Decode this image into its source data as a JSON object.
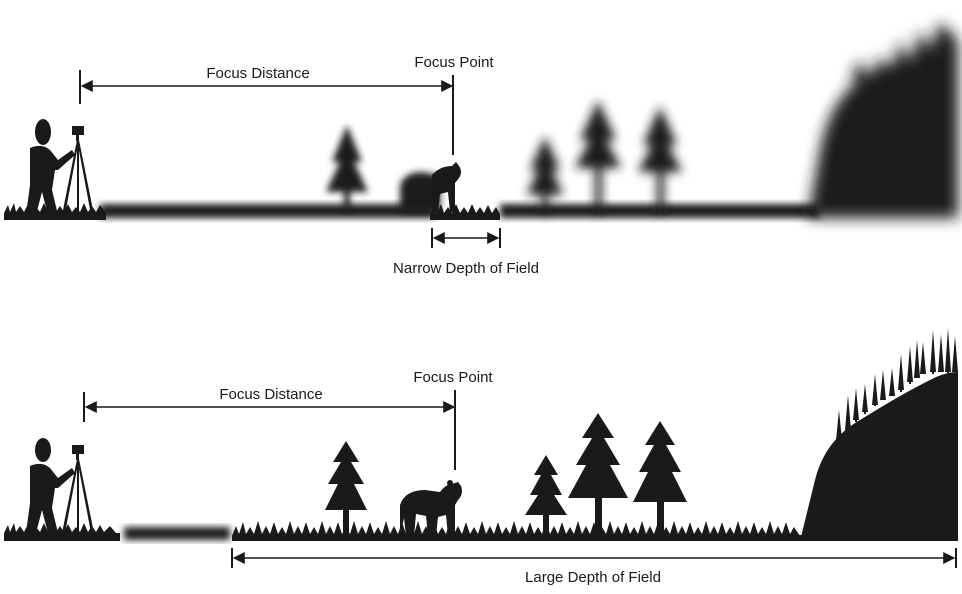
{
  "panels": {
    "narrow": {
      "focus_distance_label": "Focus Distance",
      "focus_point_label": "Focus Point",
      "depth_of_field_label": "Narrow Depth of Field"
    },
    "large": {
      "focus_distance_label": "Focus Distance",
      "focus_point_label": "Focus Point",
      "depth_of_field_label": "Large Depth of Field"
    }
  },
  "colors": {
    "ink": "#1a1a1a",
    "background": "#ffffff"
  }
}
